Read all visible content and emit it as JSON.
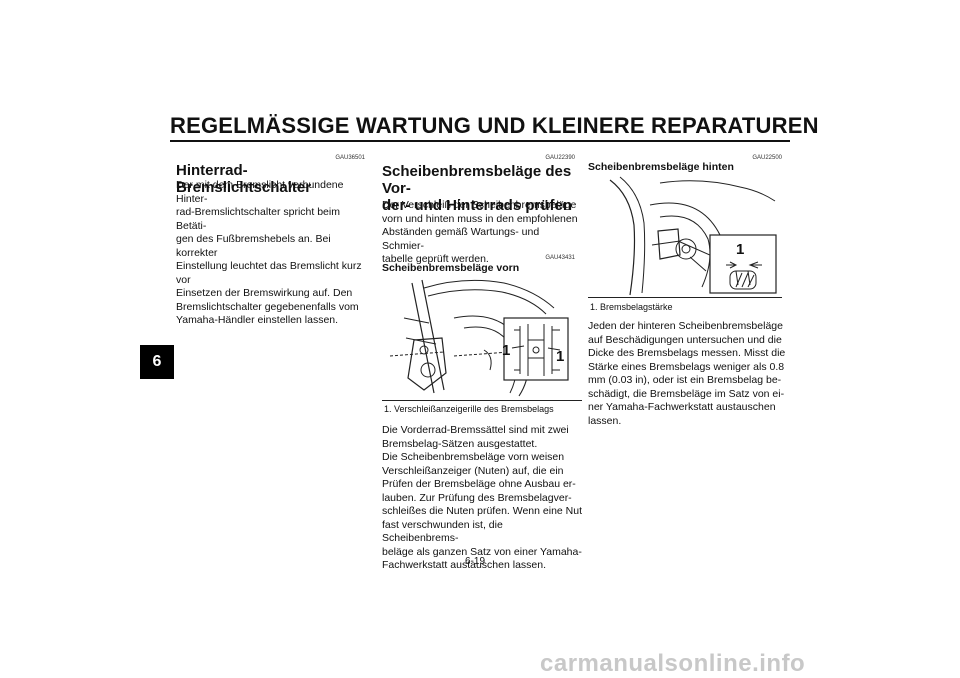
{
  "header": {
    "title": "REGELMÄSSIGE WARTUNG UND KLEINERE REPARATUREN"
  },
  "chapter_tab": "6",
  "col1": {
    "code": "GAU36501",
    "title": "Hinterrad-Bremslichtschalter",
    "lines": [
      "Der mit dem Bremslicht verbundene Hinter-",
      "rad-Bremslichtschalter spricht beim Betäti-",
      "gen des Fußbremshebels an. Bei korrekter",
      "Einstellung leuchtet das Bremslicht kurz vor",
      "Einsetzen der Bremswirkung auf. Den",
      "Bremslichtschalter gegebenenfalls vom",
      "Yamaha-Händler einstellen lassen."
    ]
  },
  "col2": {
    "code1": "GAU22390",
    "title_lines": [
      "Scheibenbremsbeläge des Vor-",
      "der- und Hinterrads prüfen"
    ],
    "intro_lines": [
      "Der Verschleiß der Scheibenbremsbeläge",
      "vorn und hinten muss in den empfohlenen",
      "Abständen gemäß Wartungs- und Schmier-",
      "tabelle geprüft werden."
    ],
    "code2": "GAU43431",
    "subtitle": "Scheibenbremsbeläge vorn",
    "callout": "1",
    "caption": "1.  Verschleißanzeigerille des Bremsbelags",
    "text_lines": [
      "Die Vorderrad-Bremssättel sind mit zwei",
      "Bremsbelag-Sätzen ausgestattet.",
      "Die Scheibenbremsbeläge vorn weisen",
      "Verschleißanzeiger (Nuten) auf, die ein",
      "Prüfen der Bremsbeläge ohne Ausbau er-",
      "lauben. Zur Prüfung des Bremsbelagver-",
      "schleißes die Nuten prüfen. Wenn eine Nut",
      "fast verschwunden ist, die Scheibenbrems-",
      "beläge als ganzen Satz von einer Yamaha-",
      "Fachwerkstatt austauschen lassen."
    ]
  },
  "col3": {
    "code": "GAU22500",
    "subtitle": "Scheibenbremsbeläge hinten",
    "callout": "1",
    "caption": "1.  Bremsbelagstärke",
    "text_lines": [
      "Jeden der hinteren Scheibenbremsbeläge",
      "auf Beschädigungen untersuchen und die",
      "Dicke des Bremsbelags messen. Misst die",
      "Stärke eines Bremsbelags weniger als 0.8",
      "mm (0.03 in), oder ist ein Bremsbelag be-",
      "schädigt, die Bremsbeläge im Satz von ei-",
      "ner Yamaha-Fachwerkstatt austauschen",
      "lassen."
    ]
  },
  "page_number": "6-19",
  "watermark": "carmanualsonline.info"
}
